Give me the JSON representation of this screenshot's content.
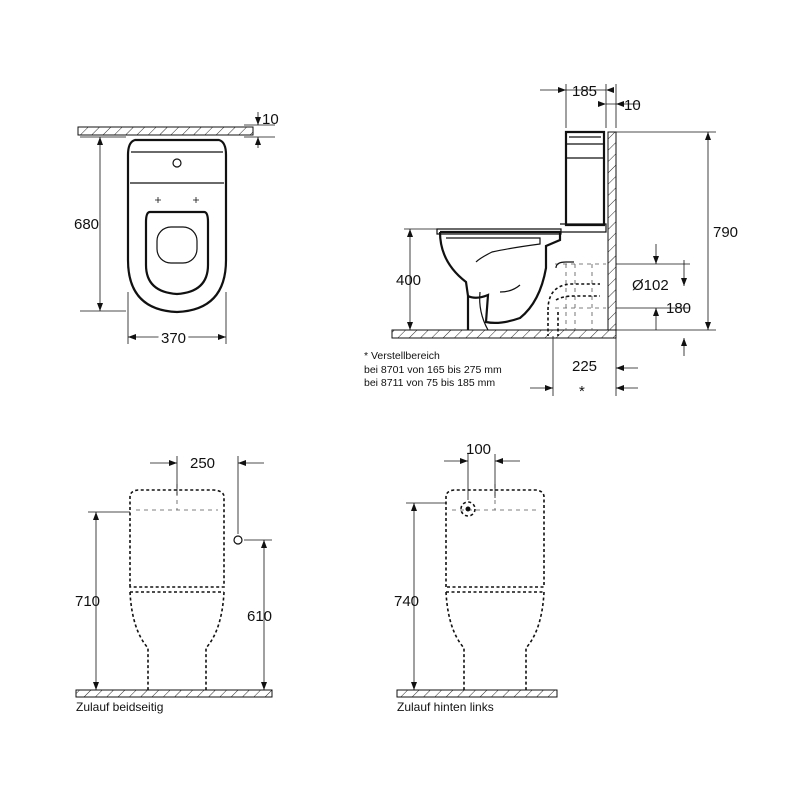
{
  "top_view": {
    "dim_wall_gap": "10",
    "dim_depth": "680",
    "dim_width": "370"
  },
  "side_view": {
    "dim_tank_depth": "185",
    "dim_wall_gap": "10",
    "dim_total_height": "790",
    "dim_seat_height": "400",
    "dim_outlet_diameter": "Ø102",
    "dim_outlet_height": "180",
    "dim_outlet_distance": "225",
    "asterisk": "*",
    "note_title": "* Verstellbereich",
    "note_line1": "bei 8701 von 165 bis 275 mm",
    "note_line2": "bei 8711 von  75 bis 185 mm"
  },
  "front_view_left": {
    "dim_inlet_offset": "250",
    "dim_height": "710",
    "dim_inlet_height": "610",
    "caption": "Zulauf beidseitig"
  },
  "front_view_right": {
    "dim_inlet_offset": "100",
    "dim_height": "740",
    "caption": "Zulauf hinten links"
  }
}
